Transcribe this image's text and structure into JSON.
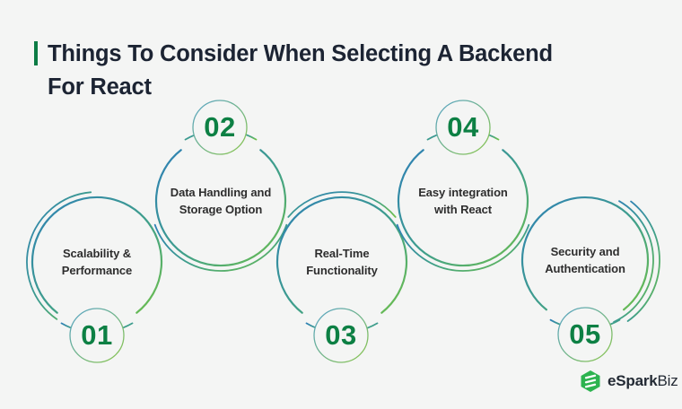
{
  "title": {
    "line1": "Things To Consider When Selecting A Backend",
    "line2": "For React"
  },
  "items": [
    {
      "number": "01",
      "line1": "Scalability &",
      "line2": "Performance"
    },
    {
      "number": "02",
      "line1": "Data Handling and",
      "line2": "Storage Option"
    },
    {
      "number": "03",
      "line1": "Real-Time",
      "line2": "Functionality"
    },
    {
      "number": "04",
      "line1": "Easy integration",
      "line2": "with React"
    },
    {
      "number": "05",
      "line1": "Security and",
      "line2": "Authentication"
    }
  ],
  "logo": {
    "bold": "eSpark",
    "light": "Biz",
    "icon": "esparkbiz-hexagon-icon"
  },
  "colors": {
    "background": "#f4f5f4",
    "ring_blue": "#2e80b6",
    "ring_green": "#6fc04a",
    "badge_blue": "#57a3c8",
    "badge_green": "#8bc64c",
    "number_green": "#0d8044",
    "title_text": "#1c2433",
    "accent_bar": "#0c7c45",
    "label_text": "#2e2e2e",
    "logo_green": "#2cb34f",
    "logo_text": "#232a34"
  }
}
